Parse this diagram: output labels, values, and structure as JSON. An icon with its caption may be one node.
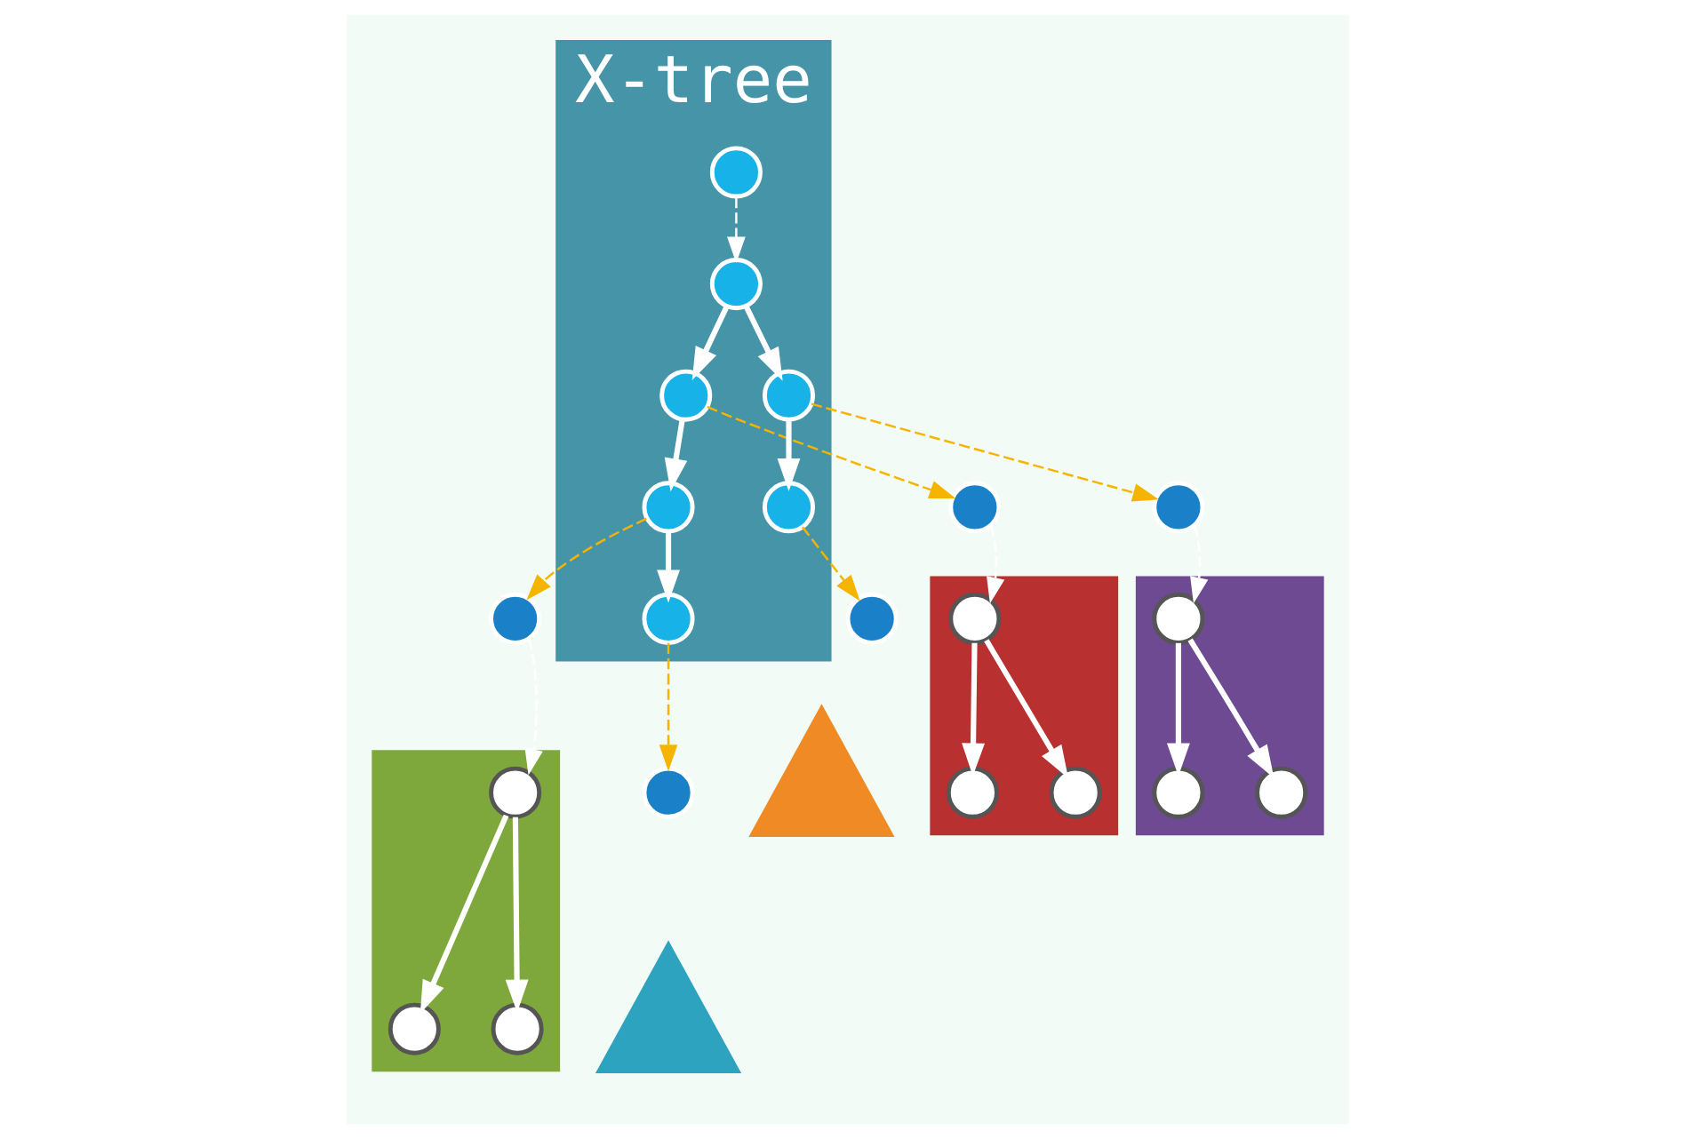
{
  "diagram": {
    "nodes": [
      {
        "text": [
          "X-tree"
        ]
      },
      {
        "text": [],
        "shape": "circle",
        "in": 0
      },
      {
        "text": [],
        "shape": "circle",
        "in": 0
      },
      {
        "text": [],
        "shape": "circle",
        "in": 0
      },
      {
        "text": [],
        "shape": "circle",
        "in": 0
      },
      {
        "text": [],
        "shape": "circle",
        "in": 0
      },
      {
        "text": [],
        "shape": "circle",
        "in": 0
      },
      {
        "text": [],
        "shape": "circle",
        "in": 0
      },
      {
        "text": [],
        "shape": "circle"
      },
      {
        "text": [],
        "shape": "triangle"
      },
      {
        "text": [],
        "shape": "circle"
      },
      {
        "text": [],
        "shape": "triangle"
      },
      {
        "text": [],
        "shape": "circle",
        "in": 11
      },
      {
        "text": [],
        "shape": "circle",
        "in": 11
      },
      {
        "text": [],
        "shape": "circle",
        "in": 11
      },
      {
        "text": [],
        "shape": "circle"
      },
      {
        "text": [],
        "shape": "triangle"
      },
      {
        "text": [],
        "shape": "circle",
        "in": 16
      },
      {
        "text": [],
        "shape": "circle",
        "in": 16
      },
      {
        "text": [],
        "shape": "circle",
        "in": 16
      },
      {
        "text": [],
        "shape": "circle"
      },
      {
        "text": [],
        "shape": "triangle"
      },
      {
        "text": [],
        "shape": "circle",
        "in": 21
      },
      {
        "text": [],
        "shape": "circle",
        "in": 21
      },
      {
        "text": [],
        "shape": "circle",
        "in": 21
      },
      {
        "text": [],
        "shape": "circle"
      },
      {
        "text": [],
        "shape": "triangle"
      }
    ],
    "edges": [
      {
        "from": 1,
        "to": 2,
        "arrow": "to",
        "style": "dashed"
      },
      {
        "from": 2,
        "to": 4,
        "arrow": "to"
      },
      {
        "from": 2,
        "to": 3,
        "arrow": "to"
      },
      {
        "from": 4,
        "to": 6,
        "arrow": "to"
      },
      {
        "from": 3,
        "to": 5,
        "arrow": "to"
      },
      {
        "from": 5,
        "to": 7,
        "arrow": "to"
      },
      {
        "from": 6,
        "to": 8,
        "arrow": "to",
        "style": "dashed",
        "color": "#f5b400"
      },
      {
        "from": 4,
        "to": 10,
        "arrow": "to",
        "style": "dashed",
        "color": "#f5b400"
      },
      {
        "from": 3,
        "to": 15,
        "arrow": "to",
        "style": "dashed",
        "color": "#f5b400"
      },
      {
        "from": 5,
        "to": 20,
        "arrow": "to",
        "style": "dashed",
        "color": "#f5b400"
      },
      {
        "from": 7,
        "to": 25,
        "arrow": "to",
        "style": "dashed",
        "color": "#f5b400"
      },
      {
        "from": 10,
        "to": 12,
        "arrow": "to",
        "style": "dashed"
      },
      {
        "from": 12,
        "to": 13,
        "arrow": "to"
      },
      {
        "from": 12,
        "to": 14,
        "arrow": "to"
      },
      {
        "from": 15,
        "to": 17,
        "arrow": "to",
        "style": "dashed"
      },
      {
        "from": 17,
        "to": 18,
        "arrow": "to"
      },
      {
        "from": 17,
        "to": 19,
        "arrow": "to"
      },
      {
        "from": 20,
        "to": 22,
        "arrow": "to",
        "style": "dashed"
      },
      {
        "from": 22,
        "to": 23,
        "arrow": "to"
      },
      {
        "from": 22,
        "to": 24,
        "arrow": "to"
      }
    ]
  }
}
